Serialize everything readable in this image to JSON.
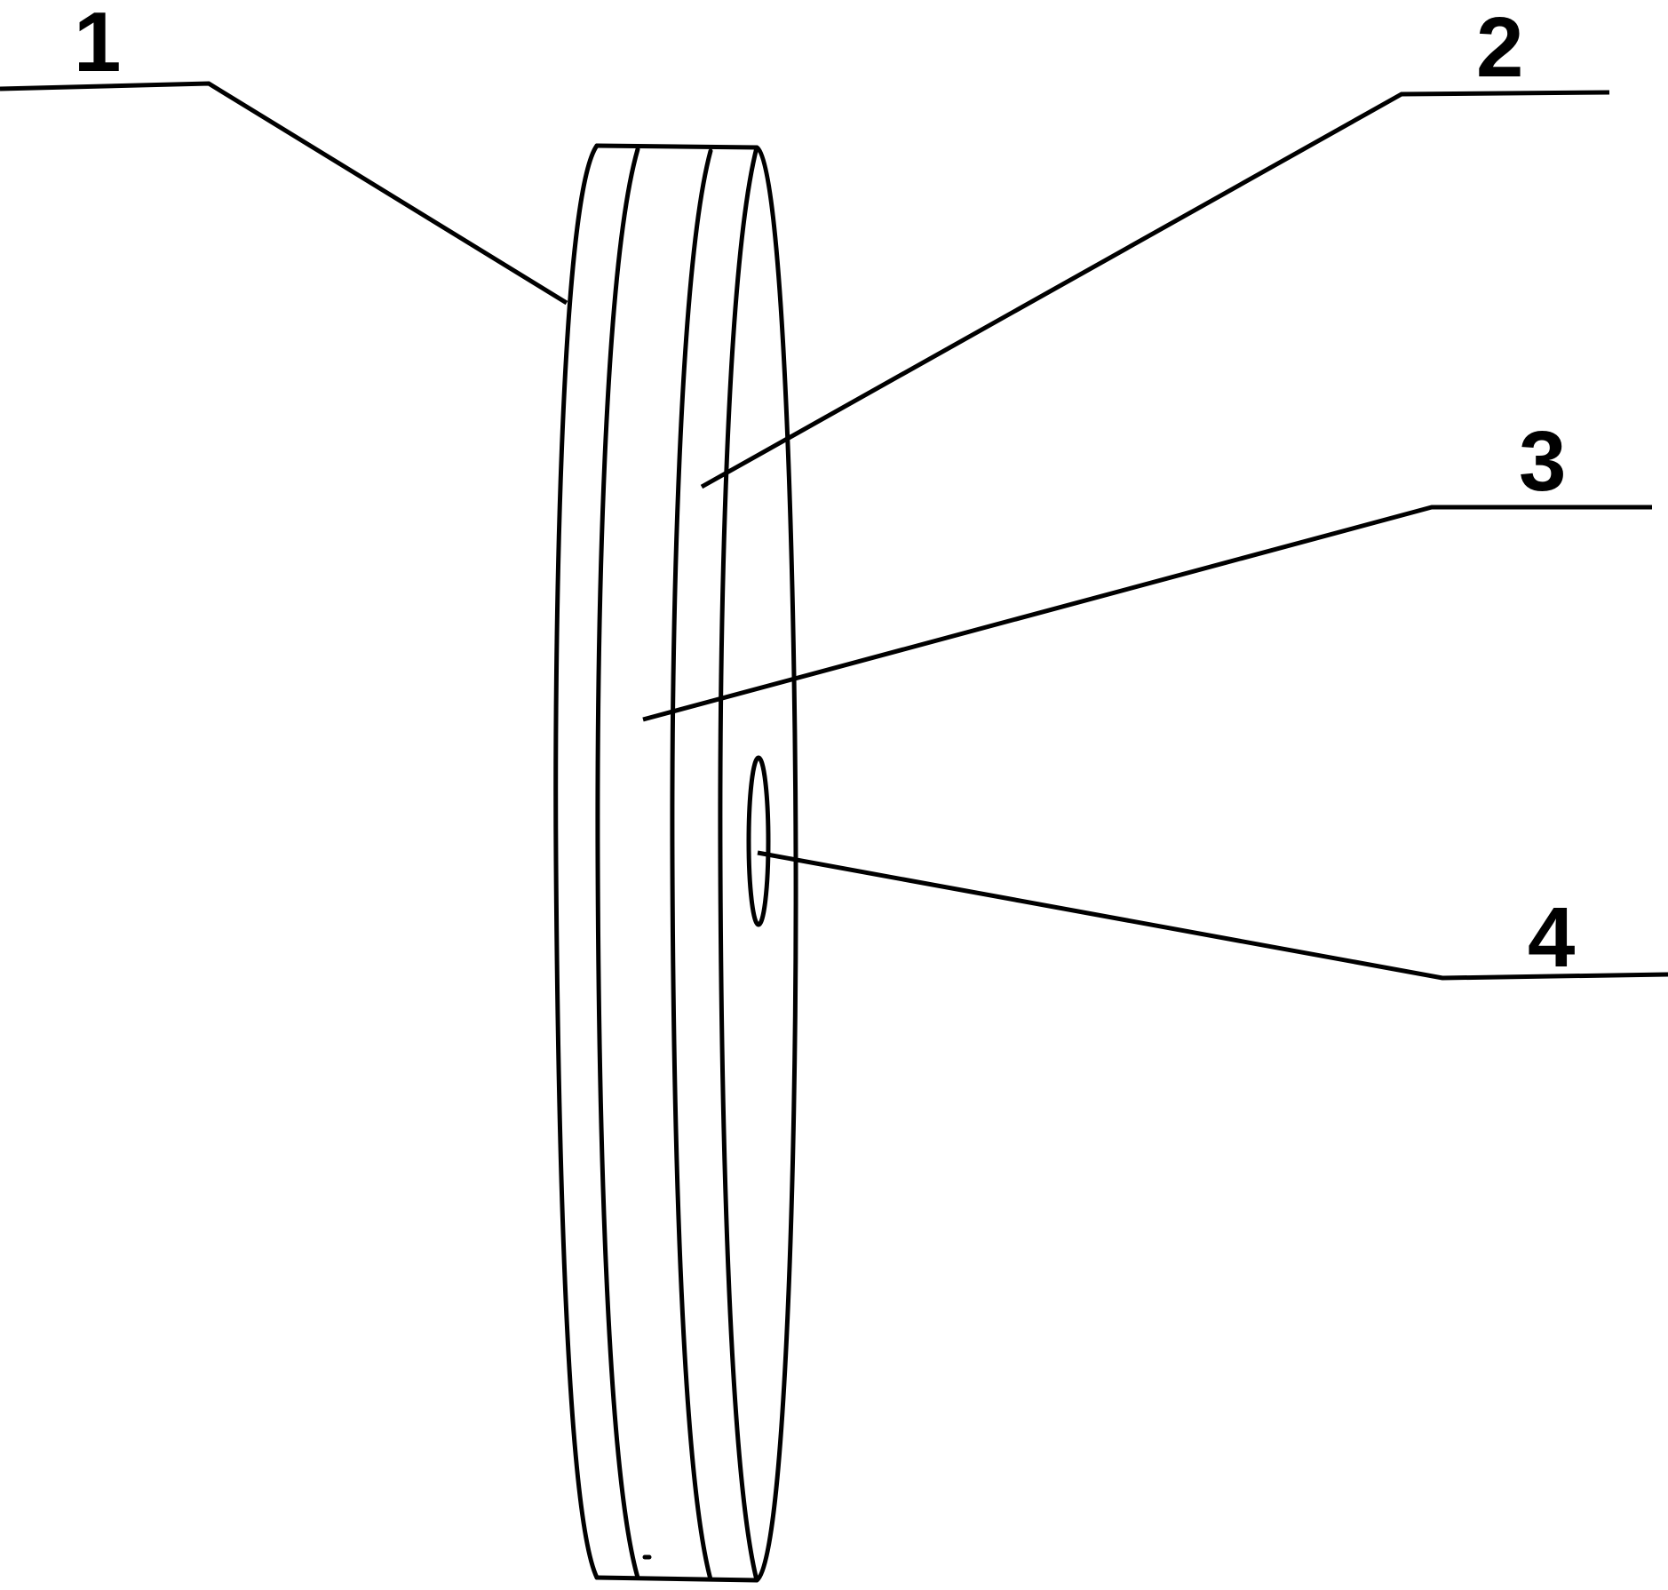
{
  "figure": {
    "callouts": [
      {
        "id": "1",
        "label": "1",
        "part": "outer-rim-layer"
      },
      {
        "id": "2",
        "label": "2",
        "part": "front-face"
      },
      {
        "id": "3",
        "label": "3",
        "part": "middle-band"
      },
      {
        "id": "4",
        "label": "4",
        "part": "center-hole"
      }
    ]
  }
}
